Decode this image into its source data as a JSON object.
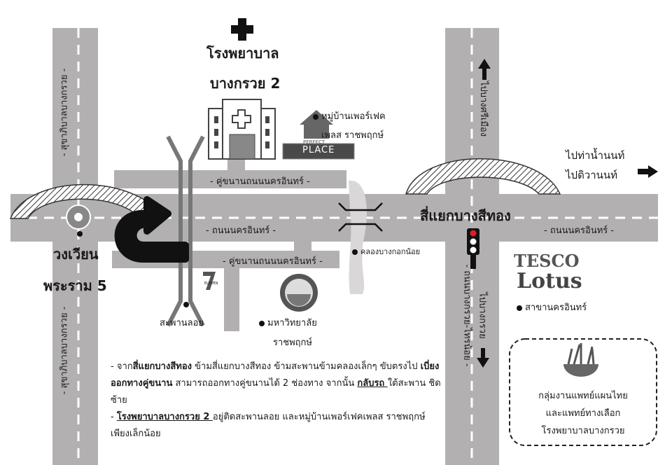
{
  "roads": {
    "main_road": "- ถนนนครอินทร์ -",
    "main_road_right": "- ถนนนครอินทร์ -",
    "frontage_upper": "- คู่ขนานถนนนครอินทร์ -",
    "frontage_lower": "- คู่ขนานถนนนครอินทร์ -",
    "left_road_top": "- สุขาภิบาลบางกรวย -",
    "left_road_bottom": "- สุขาภิบาลบางกรวย -",
    "right_road_lower": "- ถนนบางกรวย-ไทรน้อย -"
  },
  "places": {
    "hospital_line1": "โรงพยาบาล",
    "hospital_line2": "บางกรวย 2",
    "village_line1": "หมู่บ้านเพอร์เฟค",
    "village_line2": "เพลส ราชพฤกษ์",
    "village_logo_small": "PERFECT",
    "village_logo": "PLACE",
    "roundabout_line1": "วงเวียน",
    "roundabout_line2": "พระราม 5",
    "floating_bridge": "สะพานลอย",
    "university_line1": "มหาวิทยาลัย",
    "university_line2": "ราชพฤกษ์",
    "canal": "คลองบางกอกน้อย",
    "intersection": "สี่แยกบางสีทอง",
    "tesco_line1": "TESCO",
    "tesco_line2": "Lotus",
    "tesco_branch": "สาขานครอินทร์",
    "seven_eleven": "ELEVEN"
  },
  "directions": {
    "north": "ไปบางศรีเมือง",
    "south": "ไปบางกรวย",
    "east_line1": "ไปท่าน้ำนนท์",
    "east_line2": "ไปดิวานนท์"
  },
  "notes": {
    "n1_a": "- จาก",
    "n1_b": "สี่แยกบางสีทอง",
    "n1_c": " ข้ามสี่แยกบางสีทอง ข้ามสะพานข้ามคลองเล็กๆ ขับตรงไป ",
    "n1_d": "เบี่ยงออกทางคู่ขนาน",
    "n1_e": " สามารถออกทางคู่ขนานได้ 2 ช่องทาง จากนั้น ",
    "n1_f": "กลับรถ ",
    "n1_g": "ใต้สะพาน ชิดซ้าย",
    "n2_a": "- ",
    "n2_b": "โรงพยาบาลบางกรวย 2 ",
    "n2_c": "อยู่ติดสะพานลอย และหมู่บ้านเพอร์เฟคเพลส ราชพฤกษ์ เพียงเล็กน้อย"
  },
  "thai_med_box": {
    "line1": "กลุ่มงานแพทย์แผนไทย",
    "line2": "และแพทย์ทางเลือก",
    "line3": "โรงพยาบาลบางกรวย"
  },
  "colors": {
    "road": "#b3b0b1",
    "canal": "#d9d7d8",
    "light": "#e02020"
  }
}
